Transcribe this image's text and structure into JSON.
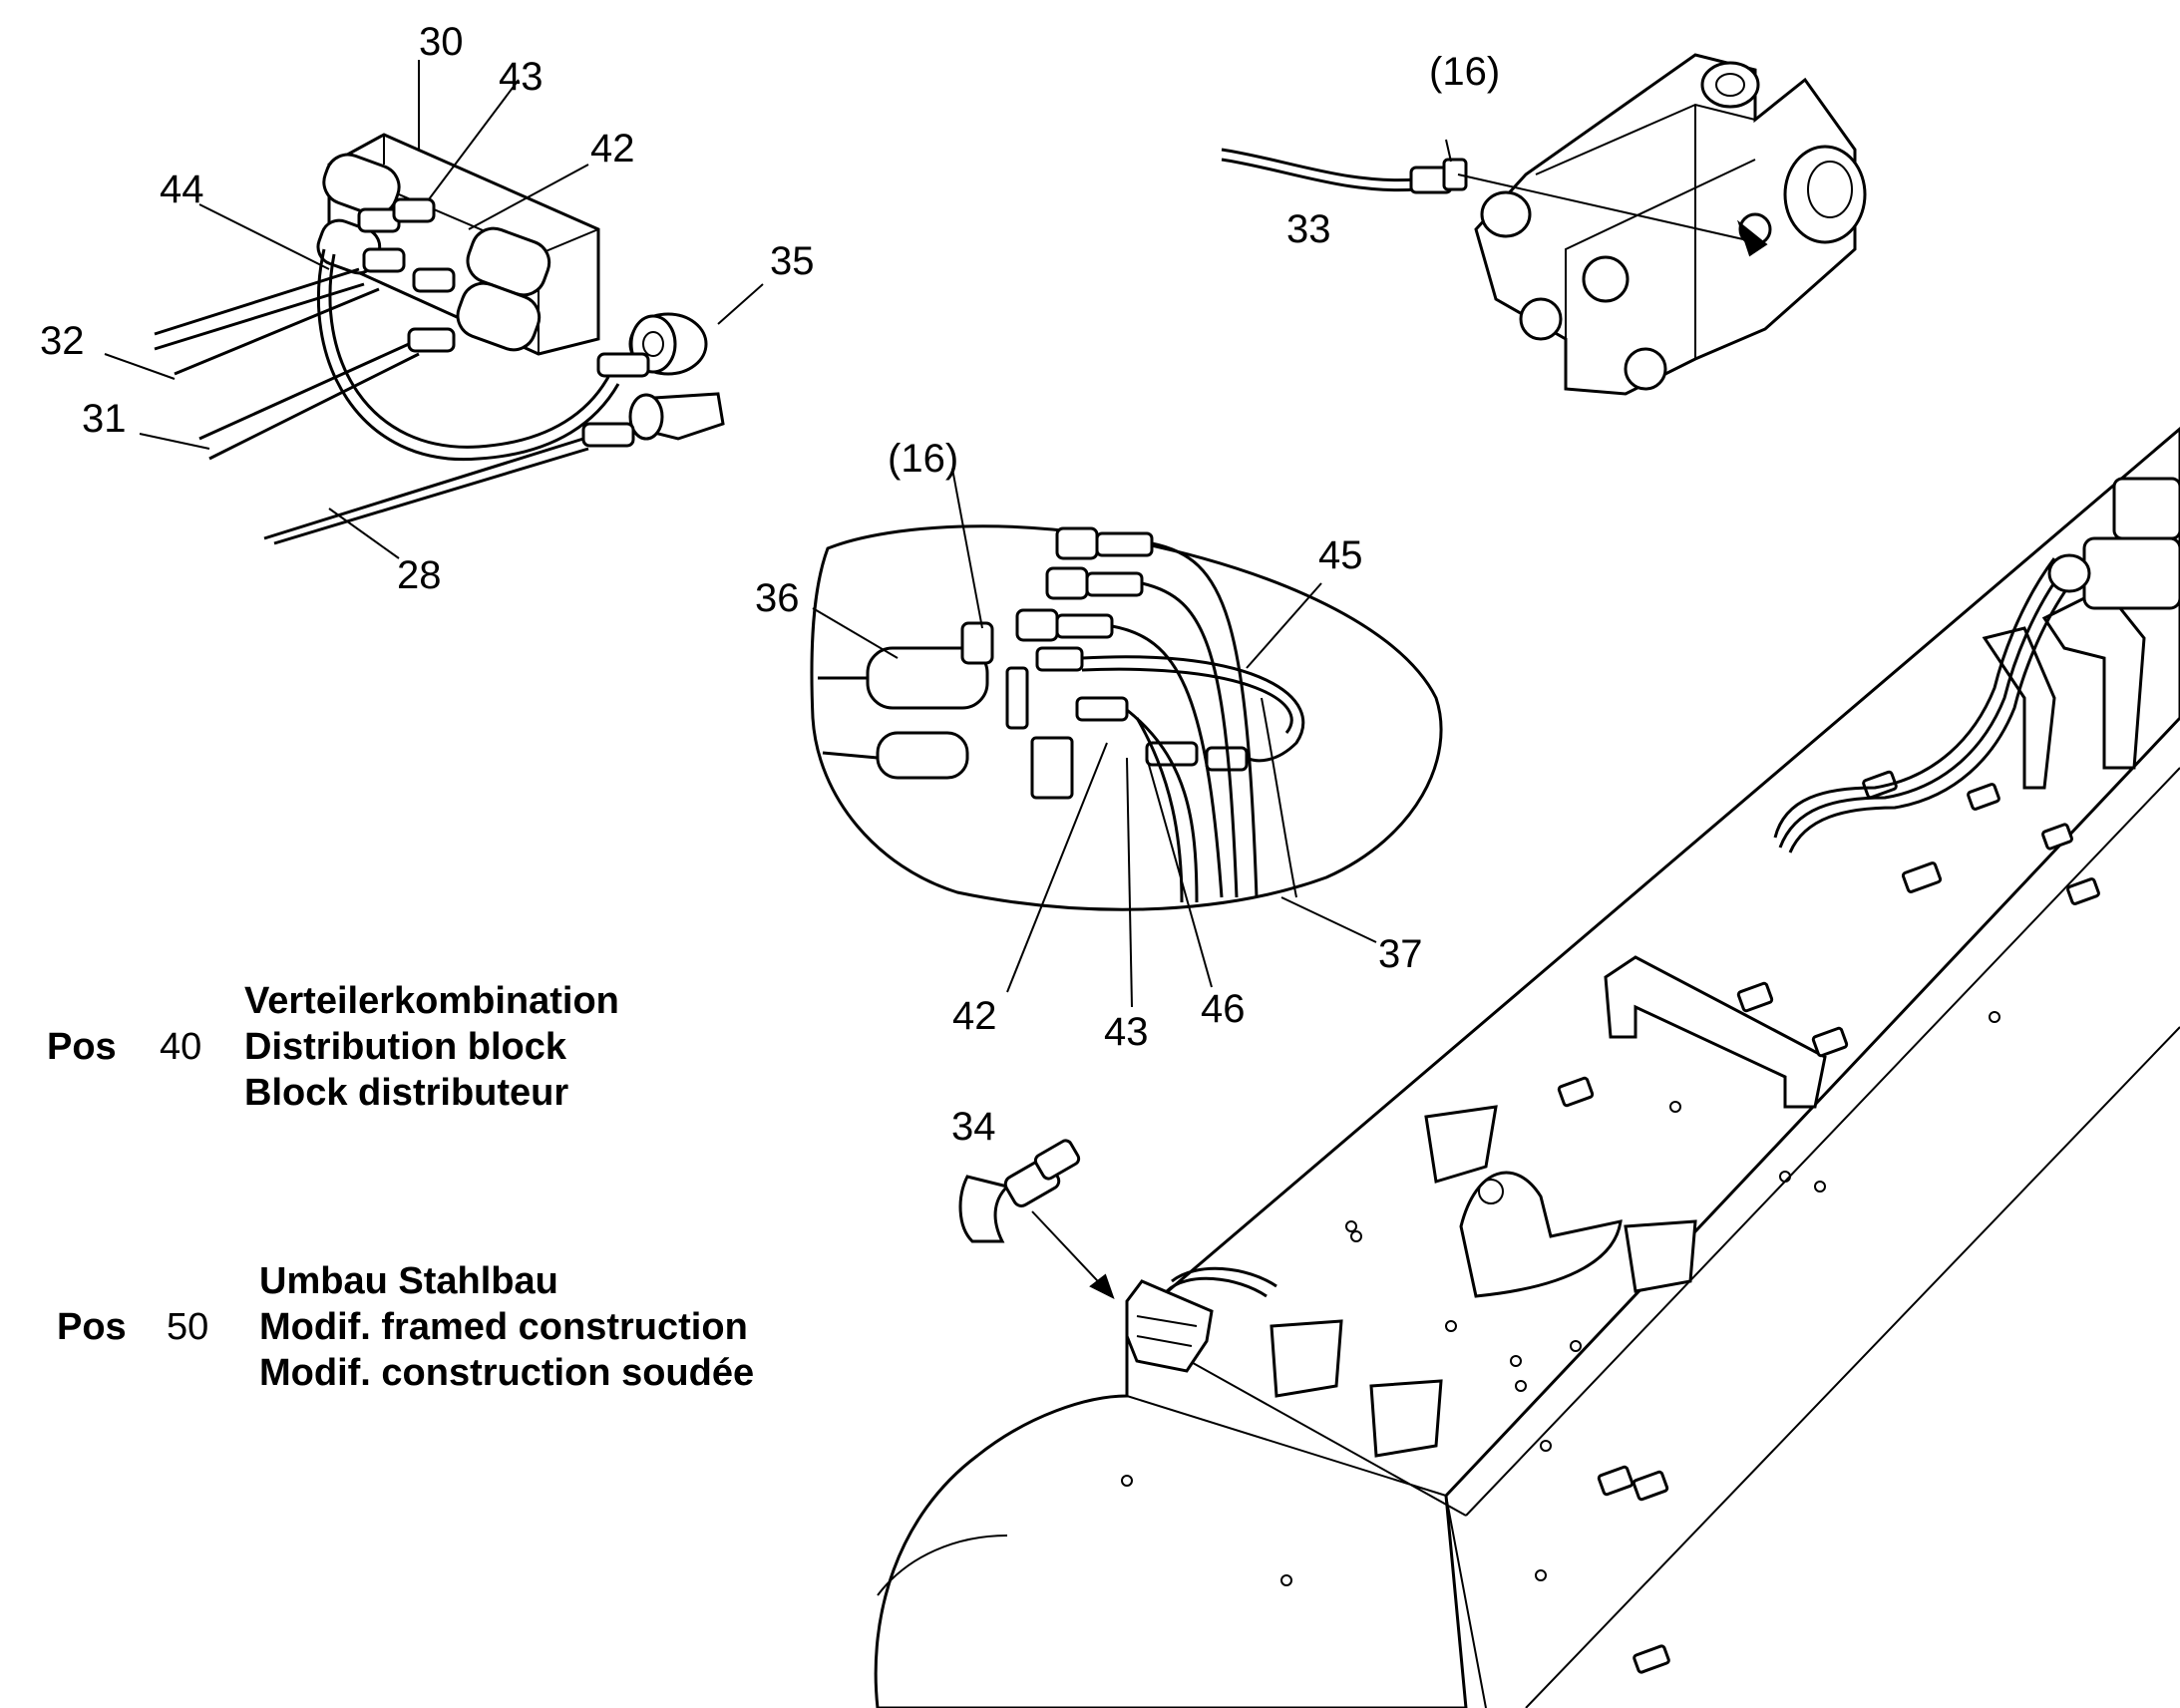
{
  "callouts": {
    "c30": "30",
    "c43a": "43",
    "c42a": "42",
    "c44": "44",
    "c35": "35",
    "c32": "32",
    "c31": "31",
    "c28": "28",
    "c16a": "(16)",
    "c33": "33",
    "c16b": "(16)",
    "c36": "36",
    "c45": "45",
    "c37": "37",
    "c42b": "42",
    "c43b": "43",
    "c46": "46",
    "c34": "34"
  },
  "legend": {
    "pos40": {
      "pos_label": "Pos",
      "number": "40",
      "lines": [
        "Verteilerkombination",
        "Distribution block",
        "Block distributeur"
      ]
    },
    "pos50": {
      "pos_label": "Pos",
      "number": "50",
      "lines": [
        "Umbau Stahlbau",
        "Modif. framed construction",
        "Modif. construction soudée"
      ]
    }
  }
}
